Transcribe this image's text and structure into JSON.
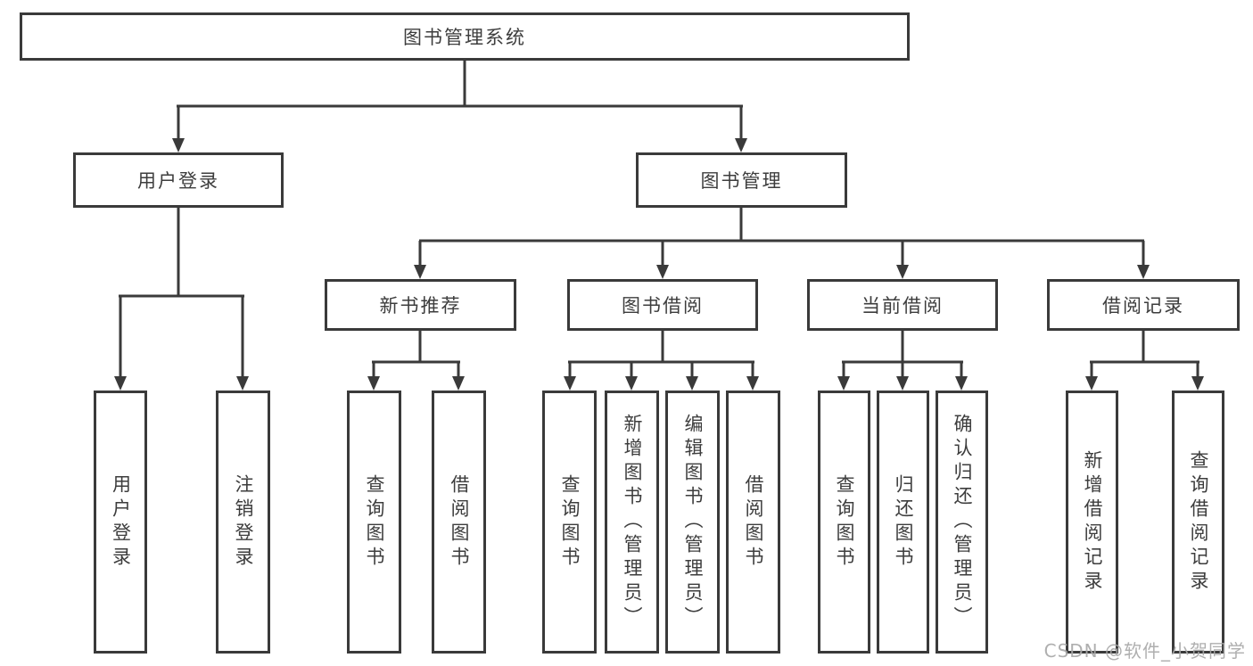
{
  "nodes": {
    "root": "图书管理系统",
    "user_login": "用户登录",
    "book_mgmt": "图书管理",
    "new_book_rec": "新书推荐",
    "book_borrow": "图书借阅",
    "current_borrow": "当前借阅",
    "borrow_record": "借阅记录",
    "leaf_user_login": "用户登录",
    "leaf_logout": "注销登录",
    "leaf_nbr_query": "查询图书",
    "leaf_nbr_borrow": "借阅图书",
    "leaf_bb_query": "查询图书",
    "leaf_bb_add": "新增图书（管理员）",
    "leaf_bb_edit": "编辑图书（管理员）",
    "leaf_bb_borrow": "借阅图书",
    "leaf_cb_query": "查询图书",
    "leaf_cb_return": "归还图书",
    "leaf_cb_confirm": "确认归还（管理员）",
    "leaf_br_add": "新增借阅记录",
    "leaf_br_query": "查询借阅记录"
  },
  "watermark": "CSDN @软件_小贺同学",
  "colors": {
    "line": "#3a3a3a",
    "text": "#3d3d3d",
    "box_background": "#ffffff",
    "watermark": "#a8a8a8",
    "page_background": "#ffffff"
  }
}
